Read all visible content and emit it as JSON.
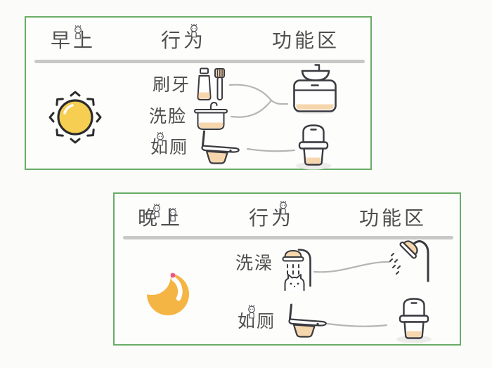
{
  "page": {
    "background": "#fbfbf9",
    "language": "zh-CN"
  },
  "colors": {
    "panel_border": "#69ad66",
    "panel_background": "#fdfdfc",
    "separator": "#c8c8c8",
    "text": "#4f4f4f",
    "icon_outline": "#3a3a40",
    "accent_peach": "#f6d7ad",
    "sun_yellow": "#f6ce52",
    "moon_orange": "#f5b544",
    "moon_dot_pink": "#f0548c",
    "connector_gray": "#b5b5b3",
    "shadow_gray": "#ececea"
  },
  "watermark_icon": "mascot-snowman-icon",
  "panels": [
    {
      "time_label": "早上",
      "behavior_header": "行为",
      "zone_header": "功能区",
      "time_icon": "sun-icon",
      "behaviors": [
        {
          "label": "刷牙",
          "icon": "toothpaste-toothbrush-icon",
          "connects_to": "vanity"
        },
        {
          "label": "洗脸",
          "icon": "washbasin-icon",
          "connects_to": "vanity"
        },
        {
          "label": "如厕",
          "icon": "toilet-side-icon",
          "connects_to": "toilet"
        }
      ],
      "zones": [
        {
          "id": "vanity",
          "icon": "vanity-cabinet-sink-icon"
        },
        {
          "id": "toilet",
          "icon": "toilet-front-icon"
        }
      ]
    },
    {
      "time_label": "晚上",
      "behavior_header": "行为",
      "zone_header": "功能区",
      "time_icon": "moon-icon",
      "behaviors": [
        {
          "label": "洗澡",
          "icon": "shower-cat-icon",
          "connects_to": "shower"
        },
        {
          "label": "如厕",
          "icon": "toilet-side-icon",
          "connects_to": "toilet"
        }
      ],
      "zones": [
        {
          "id": "shower",
          "icon": "shower-head-icon"
        },
        {
          "id": "toilet",
          "icon": "toilet-front-icon"
        }
      ]
    }
  ]
}
